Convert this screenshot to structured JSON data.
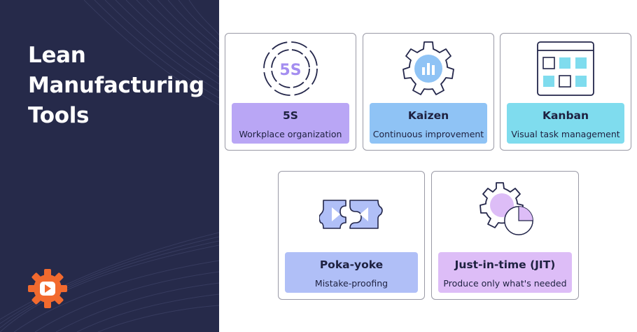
{
  "sidebar": {
    "title_lines": [
      "Lean",
      "Manufacturing",
      "Tools"
    ],
    "logo_icon": "play-gear-icon"
  },
  "tools": [
    {
      "name": "5S",
      "desc": "Workplace organization",
      "icon": "5s-ring-icon",
      "icon_text": "5S",
      "color": "#b9a6f5"
    },
    {
      "name": "Kaizen",
      "desc": "Continuous improvement",
      "icon": "gear-chart-icon",
      "color": "#8fc3f5"
    },
    {
      "name": "Kanban",
      "desc": "Visual task management",
      "icon": "kanban-board-icon",
      "color": "#7fdcee"
    },
    {
      "name": "Poka-yoke",
      "desc": "Mistake-proofing",
      "icon": "puzzle-icon",
      "color": "#b0bff7"
    },
    {
      "name": "Just-in-time (JIT)",
      "desc": "Produce only what's needed",
      "icon": "gear-pie-icon",
      "color": "#ddbdf7"
    }
  ]
}
